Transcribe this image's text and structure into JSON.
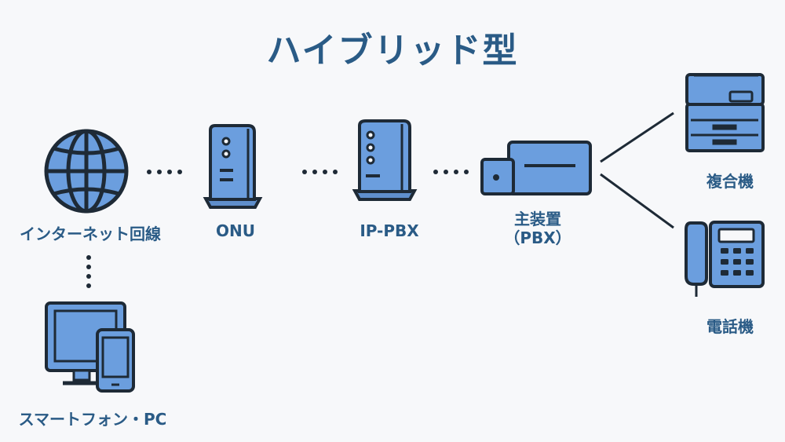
{
  "title": "ハイブリッド型",
  "nodes": {
    "internet": {
      "label": "インターネット回線",
      "icon": "globe-icon"
    },
    "onu": {
      "label": "ONU",
      "icon": "onu-device-icon"
    },
    "ippbx": {
      "label": "IP-PBX",
      "icon": "ip-pbx-server-icon"
    },
    "pbx": {
      "label_line1": "主装置",
      "label_line2": "（PBX）",
      "icon": "pbx-main-unit-icon"
    },
    "mfp": {
      "label": "複合機",
      "icon": "multifunction-printer-icon"
    },
    "phone": {
      "label": "電話機",
      "icon": "desk-phone-icon"
    },
    "devices": {
      "label": "スマートフォン・PC",
      "icon": "monitor-smartphone-icon"
    }
  },
  "colors": {
    "fill": "#6b9ede",
    "stroke": "#1e2a36",
    "text": "#2a5b86",
    "background": "#f7f8fa"
  }
}
